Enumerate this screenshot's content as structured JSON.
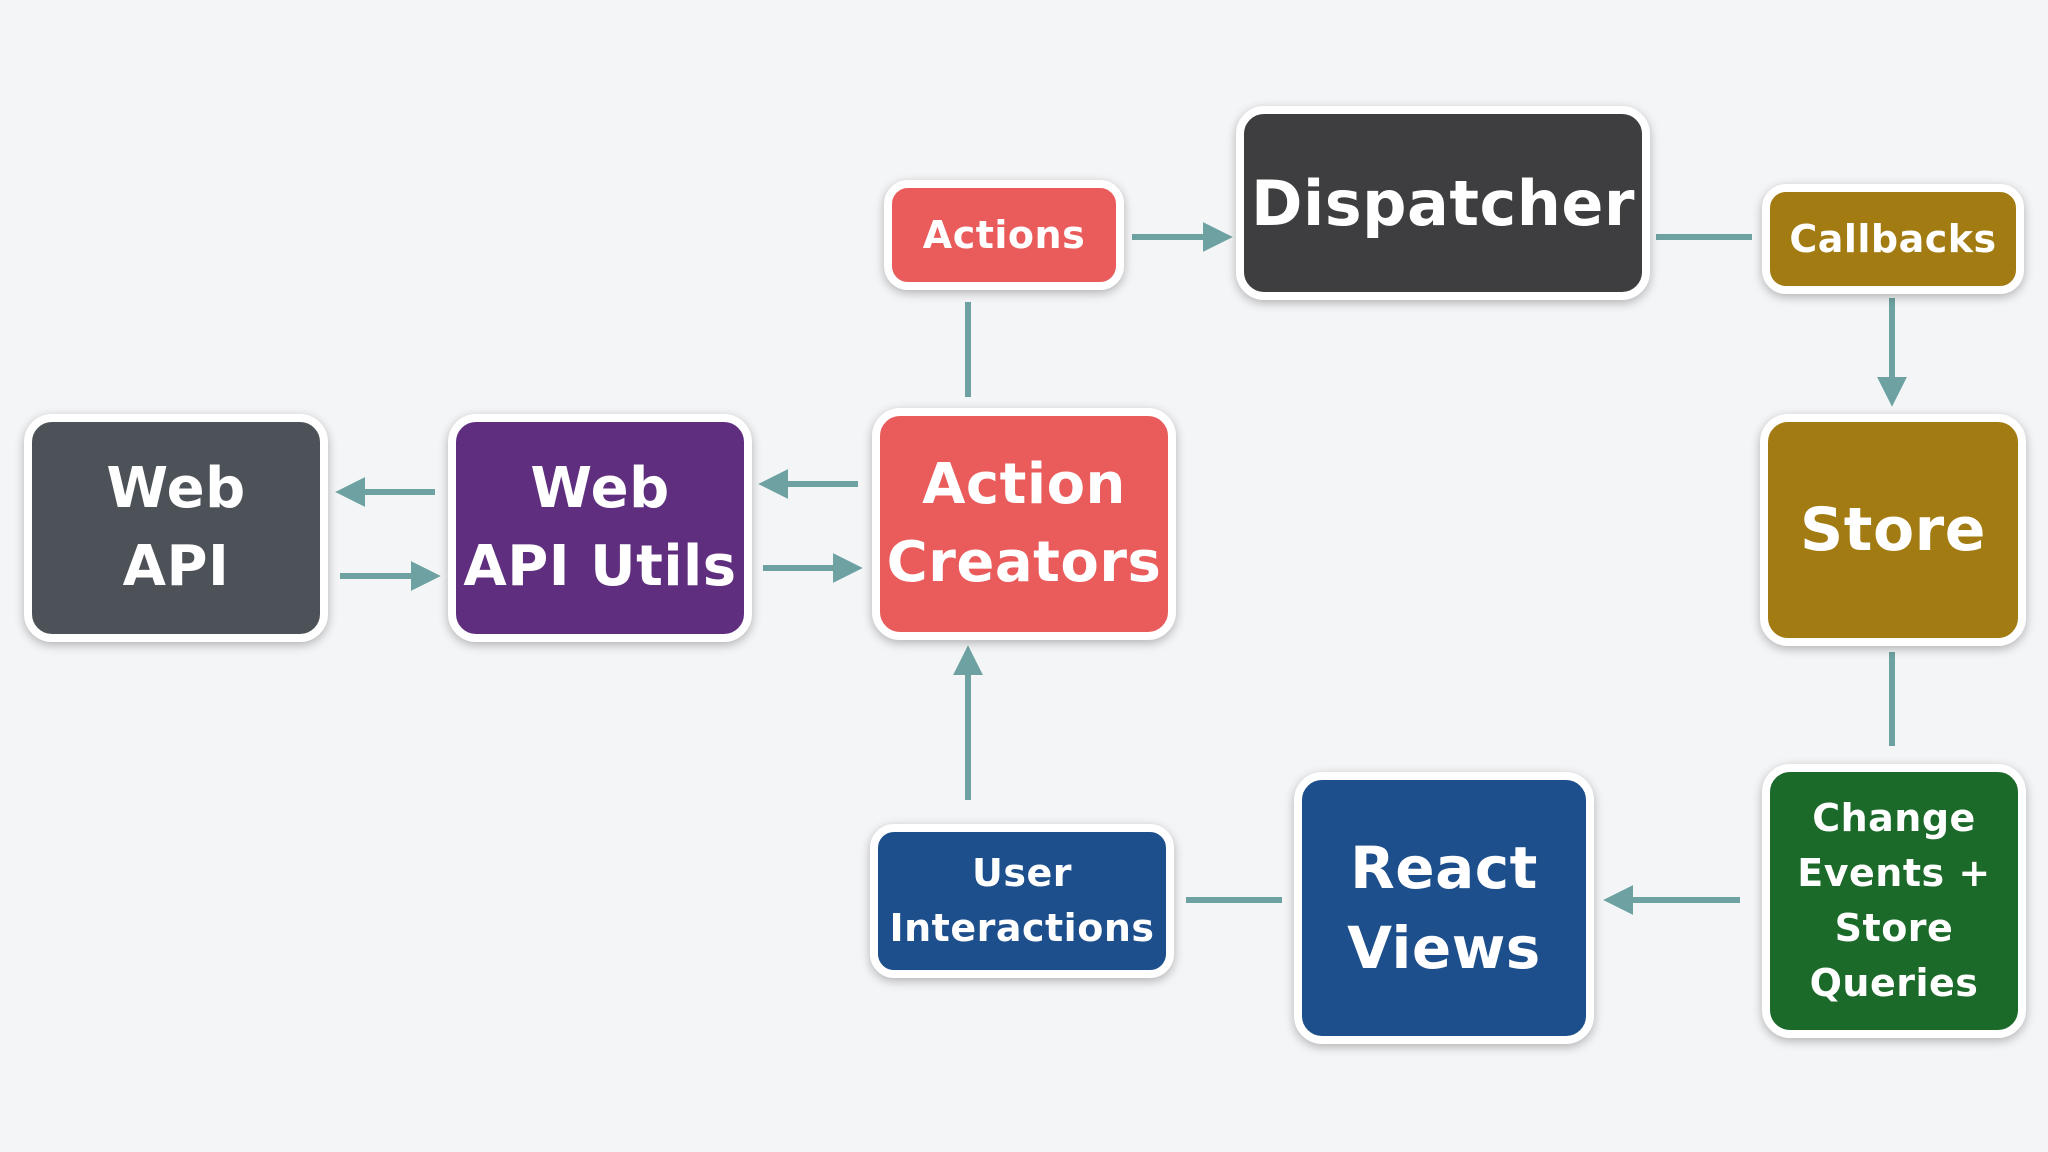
{
  "colors": {
    "background": "#f4f5f7",
    "arrow": "#6ea2a2",
    "web_api": "#4d5258",
    "web_api_utils": "#5f2e7e",
    "action_creators": "#ea5c5b",
    "actions": "#ea5c5b",
    "dispatcher": "#3e3e40",
    "callbacks": "#a27b12",
    "store": "#a27b12",
    "change_events": "#1c6a2a",
    "react_views": "#1d4f8c",
    "user_interactions": "#1d4f8c"
  },
  "nodes": {
    "web_api": {
      "label": "Web\nAPI"
    },
    "web_api_utils": {
      "label": "Web\nAPI Utils"
    },
    "action_creators": {
      "label": "Action\nCreators"
    },
    "actions": {
      "label": "Actions"
    },
    "dispatcher": {
      "label": "Dispatcher"
    },
    "callbacks": {
      "label": "Callbacks"
    },
    "store": {
      "label": "Store"
    },
    "change_events": {
      "label": "Change\nEvents +\nStore\nQueries"
    },
    "react_views": {
      "label": "React\nViews"
    },
    "user_interactions": {
      "label": "User\nInteractions"
    }
  },
  "connections": [
    {
      "from": "web_api_utils",
      "to": "web_api"
    },
    {
      "from": "web_api",
      "to": "web_api_utils"
    },
    {
      "from": "action_creators",
      "to": "web_api_utils"
    },
    {
      "from": "web_api_utils",
      "to": "action_creators"
    },
    {
      "from": "action_creators",
      "to": "actions"
    },
    {
      "from": "actions",
      "to": "dispatcher"
    },
    {
      "from": "dispatcher",
      "to": "callbacks"
    },
    {
      "from": "callbacks",
      "to": "store"
    },
    {
      "from": "store",
      "to": "change_events"
    },
    {
      "from": "change_events",
      "to": "react_views"
    },
    {
      "from": "react_views",
      "to": "user_interactions"
    },
    {
      "from": "user_interactions",
      "to": "action_creators"
    }
  ]
}
